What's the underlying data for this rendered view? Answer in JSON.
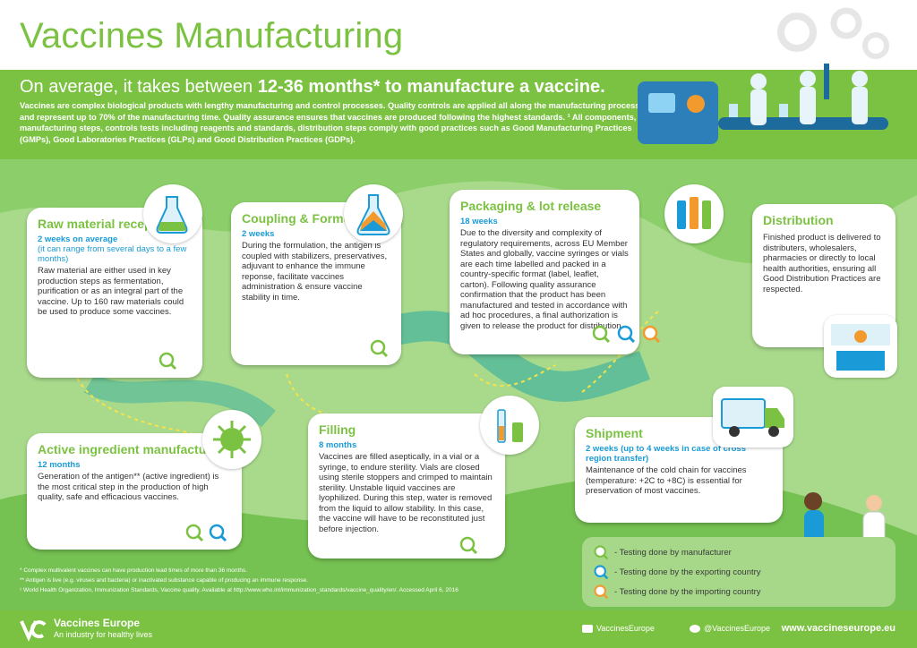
{
  "page": {
    "title": "Vaccines Manufacturing",
    "headline_prefix": "On average, it takes between ",
    "headline_bold": "12-36 months* to manufacture a vaccine.",
    "intro": "Vaccines are complex biological products with lengthy manufacturing and control processes. Quality controls are applied all along the manufacturing process and represent up to 70% of the manufacturing time. Quality assurance ensures that vaccines are produced following the highest standards. ¹ All components, manufacturing steps, controls tests including reagents and standards, distribution steps comply with good practices such as Good Manufacturing Practices (GMPs), Good Laboratories Practices (GLPs) and Good Distribution Practices (GDPs)."
  },
  "steps": {
    "raw": {
      "title": "Raw material reception",
      "duration": "2 weeks on average",
      "duration_note": "(it can range from several days to a few months)",
      "text": "Raw material are either used in key production steps as fermentation, purification or as an integral part of the vaccine. Up to 160 raw materials could be used to produce some vaccines."
    },
    "active": {
      "title": "Active ingredient manufacturing",
      "duration": "12 months",
      "text": "Generation of the antigen** (active ingredient) is the most critical step in the production of high quality, safe and efficacious vaccines."
    },
    "coupling": {
      "title": "Coupling & Formulation",
      "duration": "2 weeks",
      "text": "During the formulation, the antigen is coupled with stabilizers, preservatives, adjuvant to enhance the immune reponse, facilitate vaccines administration & ensure vaccine stability in time."
    },
    "filling": {
      "title": "Filling",
      "duration": "8 months",
      "text": "Vaccines are filled aseptically, in a vial or a syringe, to endure sterility. Vials are closed using sterile stoppers and crimped to maintain sterility. Unstable liquid vaccines are lyophilized. During this step, water is removed from the liquid to allow stability. In this case, the vaccine will have to be reconstituted just before injection."
    },
    "packaging": {
      "title": "Packaging & lot release",
      "duration": "18 weeks",
      "text": "Due to the diversity and complexity of regulatory requirements, across EU Member States and globally, vaccine syringes or vials are each time labelled and packed in a country-specific format (label, leaflet, carton). Following quality assurance confirmation that the product has been manufactured and tested in accordance with ad hoc procedures, a final authorization is given to release the product for distribution."
    },
    "shipment": {
      "title": "Shipment",
      "duration": "2 weeks (up to 4 weeks in case of cross region transfer)",
      "text": "Maintenance of the cold chain for vaccines (temperature: +2C to +8C) is essential for preservation of most vaccines."
    },
    "distribution": {
      "title": "Distribution",
      "text": "Finished product is delivered to distributers, wholesalers, pharmacies or directly to local health authorities, ensuring all Good Distribution Practices are respected."
    }
  },
  "legend": {
    "manufacturer": "- Testing done by manufacturer",
    "exporting": "- Testing done by the exporting country",
    "importing": "- Testing done by the importing country"
  },
  "footnotes": {
    "one": "* Complex multivalent vaccines can have production lead times of more than 36 months.",
    "two": "** Antigen is live (e.g. viruses and bacteria) or inactivated substance capable of producing an immune response.",
    "three": "¹ World Health Organization, Immunization Standards, Vaccine quality. Available at http://www.who.int/immunization_standards/vaccine_quality/en/. Accessed April 6, 2016"
  },
  "footer": {
    "brand": "Vaccines Europe",
    "tagline": "An industry for healthy lives",
    "youtube": "VaccinesEurope",
    "twitter": "@VaccinesEurope",
    "website": "www.vaccineseurope.eu"
  },
  "colors": {
    "green": "#7cc242",
    "blue": "#1a9bd7",
    "teal": "#2aa9a0",
    "orange": "#f29a2e"
  },
  "icons": [
    "gear-icon",
    "flask-icon",
    "virus-icon",
    "syringe-icon",
    "vial-icon",
    "truck-icon",
    "pharmacy-icon",
    "magnifier-icon",
    "youtube-icon",
    "twitter-icon"
  ]
}
